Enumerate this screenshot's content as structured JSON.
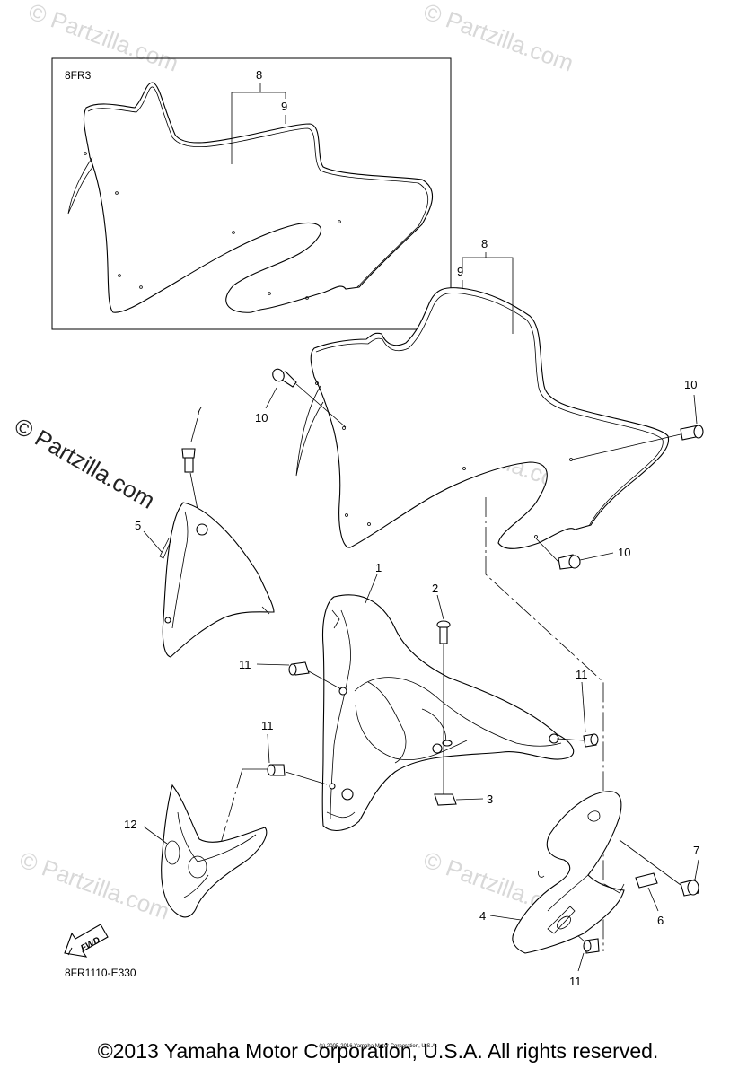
{
  "inset": {
    "model_code": "8FR3"
  },
  "callouts": {
    "p1": "1",
    "p2": "2",
    "p3": "3",
    "p4": "4",
    "p5": "5",
    "p6": "6",
    "p7a": "7",
    "p7b": "7",
    "p8a": "8",
    "p8b": "8",
    "p9a": "9",
    "p9b": "9",
    "p10a": "10",
    "p10b": "10",
    "p10c": "10",
    "p11a": "11",
    "p11b": "11",
    "p11c": "11",
    "p11d": "11",
    "p12": "12"
  },
  "fwd_label": "FWD",
  "diagram_ref": "8FR1110-E330",
  "watermark_text": "© Partzilla.com",
  "small_print": "(c) 2005-2016 Yamaha Motor Corporation, U.S.A.",
  "copyright": "©2013 Yamaha Motor Corporation, U.S.A. All rights reserved."
}
